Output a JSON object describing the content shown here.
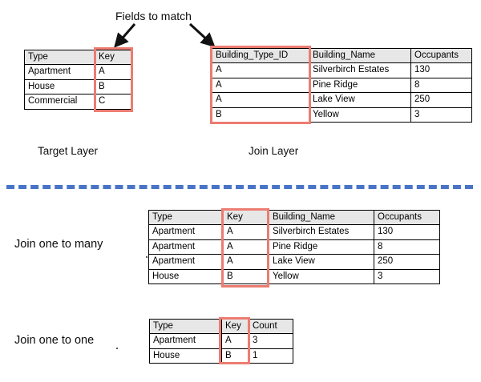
{
  "diagram": {
    "title": "Fields to match",
    "divider_color": "#4874C8",
    "highlight_color": "#EC7C71",
    "header_fill": "#E7E7E7"
  },
  "arrows": {
    "left": {
      "name": "arrow-to-target-key"
    },
    "right": {
      "name": "arrow-to-join-key"
    }
  },
  "target_layer": {
    "caption": "Target Layer",
    "headers": [
      "Type",
      "Key"
    ],
    "rows": [
      [
        "Apartment",
        "A"
      ],
      [
        "House",
        "B"
      ],
      [
        "Commercial",
        "C"
      ]
    ],
    "highlight_column": "Key"
  },
  "join_layer": {
    "caption": "Join Layer",
    "headers": [
      "Building_Type_ID",
      "Building_Name",
      "Occupants"
    ],
    "rows": [
      [
        "A",
        "Silverbirch Estates",
        "130"
      ],
      [
        "A",
        "Pine Ridge",
        "8"
      ],
      [
        "A",
        "Lake View",
        "250"
      ],
      [
        "B",
        "Yellow",
        "3"
      ]
    ],
    "highlight_column": "Building_Type_ID"
  },
  "join_one_to_many": {
    "caption": "Join one to many",
    "headers": [
      "Type",
      "Key",
      "Building_Name",
      "Occupants"
    ],
    "rows": [
      [
        "Apartment",
        "A",
        "Silverbirch Estates",
        "130"
      ],
      [
        "Apartment",
        "A",
        "Pine Ridge",
        "8"
      ],
      [
        "Apartment",
        "A",
        "Lake View",
        "250"
      ],
      [
        "House",
        "B",
        "Yellow",
        "3"
      ]
    ],
    "highlight_column": "Key"
  },
  "join_one_to_one": {
    "caption": "Join one to one",
    "headers": [
      "Type",
      "Key",
      "Count"
    ],
    "rows": [
      [
        "Apartment",
        "A",
        "3"
      ],
      [
        "House",
        "B",
        "1"
      ]
    ],
    "highlight_column": "Key"
  }
}
